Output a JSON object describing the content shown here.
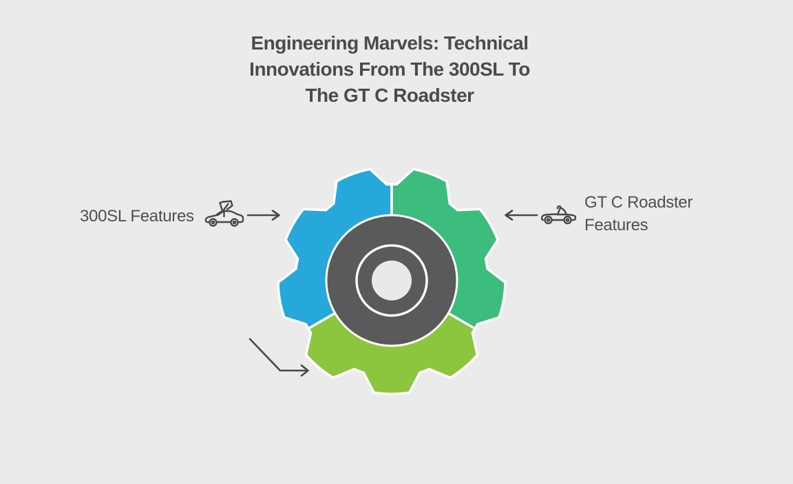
{
  "page": {
    "background": "#ebebeb"
  },
  "title": {
    "lines": [
      "Engineering Marvels: Technical",
      "Innovations From The 300SL To",
      "The GT C Roadster"
    ]
  },
  "callouts": {
    "left": {
      "label": "300SL Features",
      "icon": "gullwing-car-icon",
      "arrow": "right-arrow"
    },
    "right": {
      "label_lines": [
        "GT C Roadster",
        "Features"
      ],
      "icon": "convertible-car-icon",
      "arrow": "left-arrow"
    },
    "bottom": {
      "label": "",
      "arrow": "elbow-arrow"
    }
  },
  "gear": {
    "segments": [
      {
        "position": "left-top",
        "associated_label": "300SL Features",
        "color": "#27a8db"
      },
      {
        "position": "right-top",
        "associated_label": "GT C Roadster Features",
        "color": "#3cbd7d"
      },
      {
        "position": "bottom",
        "associated_label": "",
        "color": "#8cc63f"
      }
    ],
    "hub_color": "#5a5a5a",
    "hub_hole_color": "#e9e9e9",
    "outline_color": "#ffffff"
  },
  "colors": {
    "title_text": "#4b4b4b",
    "label_text": "#4f4f4f",
    "arrow_stroke": "#474747",
    "background": "#ebebeb"
  }
}
